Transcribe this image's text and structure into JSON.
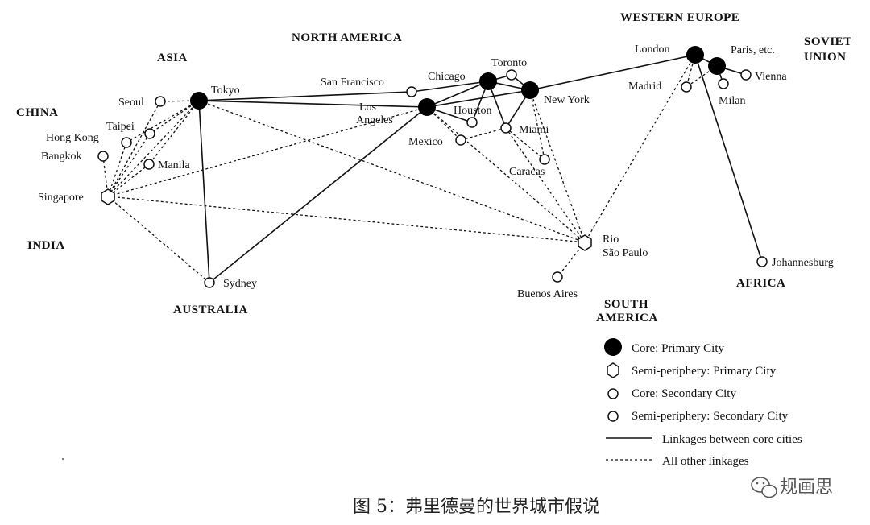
{
  "regions": {
    "western_europe": "WESTERN EUROPE",
    "north_america": "NORTH AMERICA",
    "soviet_1": "SOVIET",
    "soviet_2": "UNION",
    "asia": "ASIA",
    "china": "CHINA",
    "india": "INDIA",
    "australia": "AUSTRALIA",
    "south_america_1": "SOUTH",
    "south_america_2": "AMERICA",
    "africa": "AFRICA"
  },
  "cities": {
    "london": "London",
    "paris": "Paris, etc.",
    "vienna": "Vienna",
    "madrid": "Madrid",
    "milan": "Milan",
    "toronto": "Toronto",
    "chicago": "Chicago",
    "san_francisco": "San Francisco",
    "los_angeles_1": "Los",
    "los_angeles_2": "Angeles",
    "new_york": "New York",
    "houston": "Houston",
    "miami": "Miami",
    "mexico": "Mexico",
    "caracas": "Caracas",
    "tokyo": "Tokyo",
    "seoul": "Seoul",
    "taipei": "Taipei",
    "hong_kong": "Hong Kong",
    "bangkok": "Bangkok",
    "manila": "Manila",
    "singapore": "Singapore",
    "sydney": "Sydney",
    "rio": "Rio",
    "sao_paulo": "São Paulo",
    "buenos_aires": "Buenos Aires",
    "johannesburg": "Johannesburg"
  },
  "legend": {
    "core_primary": "Core: Primary City",
    "semi_primary": "Semi-periphery: Primary City",
    "core_secondary": "Core: Secondary City",
    "semi_secondary": "Semi-periphery: Secondary City",
    "solid_line": "Linkages between core cities",
    "dashed_line": "All other linkages"
  },
  "caption": "图 5：弗里德曼的世界城市假说",
  "watermark": "规画思"
}
